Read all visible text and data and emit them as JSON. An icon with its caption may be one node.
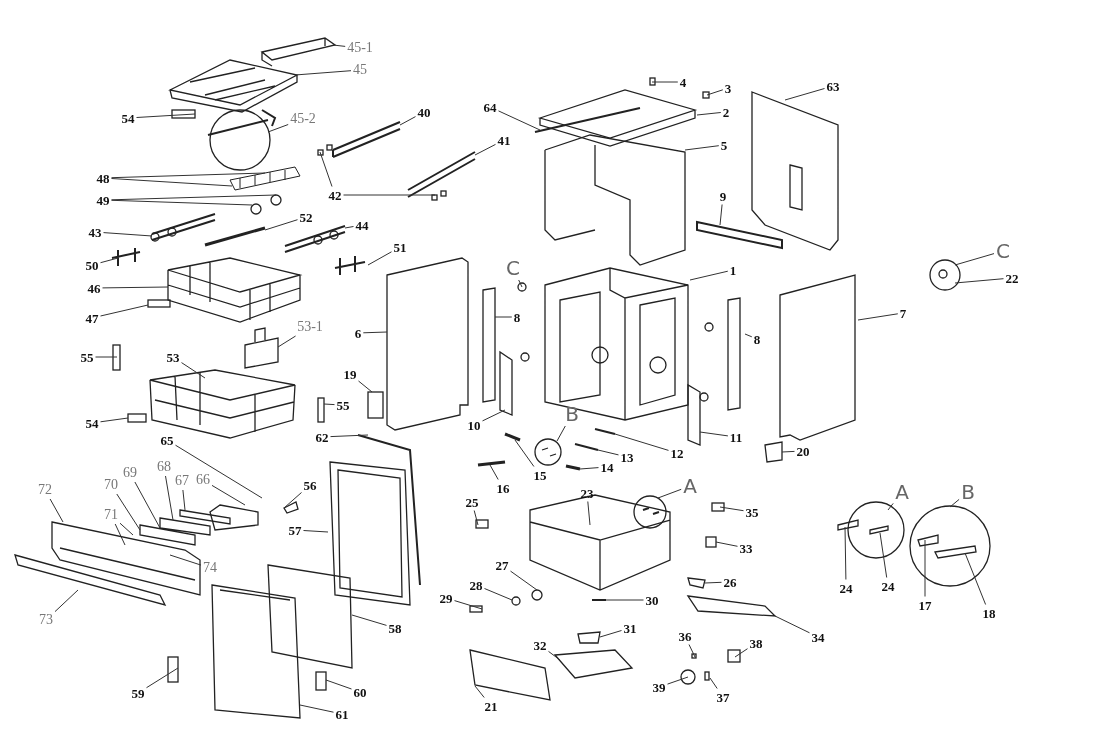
{
  "diagram": {
    "nodes": [
      {
        "text": [
          "45-1"
        ]
      },
      {
        "text": [
          "45"
        ]
      },
      {
        "text": [
          "54"
        ]
      },
      {
        "text": [
          "45-2"
        ]
      },
      {
        "text": [
          "40"
        ]
      },
      {
        "text": [
          "64"
        ]
      },
      {
        "text": [
          "4"
        ]
      },
      {
        "text": [
          "3"
        ]
      },
      {
        "text": [
          "63"
        ]
      },
      {
        "text": [
          "2"
        ]
      },
      {
        "text": [
          "41"
        ]
      },
      {
        "text": [
          "5"
        ]
      },
      {
        "text": [
          "48"
        ]
      },
      {
        "text": [
          "42"
        ]
      },
      {
        "text": [
          "49"
        ]
      },
      {
        "text": [
          "9"
        ]
      },
      {
        "text": [
          "52"
        ]
      },
      {
        "text": [
          "44"
        ]
      },
      {
        "text": [
          "43"
        ]
      },
      {
        "text": [
          "51"
        ]
      },
      {
        "text": [
          "C"
        ]
      },
      {
        "text": [
          "50"
        ]
      },
      {
        "text": [
          "C"
        ]
      },
      {
        "text": [
          "1"
        ]
      },
      {
        "text": [
          "22"
        ]
      },
      {
        "text": [
          "46"
        ]
      },
      {
        "text": [
          "7"
        ]
      },
      {
        "text": [
          "8"
        ]
      },
      {
        "text": [
          "47"
        ]
      },
      {
        "text": [
          "53-1"
        ]
      },
      {
        "text": [
          "6"
        ]
      },
      {
        "text": [
          "8"
        ]
      },
      {
        "text": [
          "55"
        ]
      },
      {
        "text": [
          "53"
        ]
      },
      {
        "text": [
          "19"
        ]
      },
      {
        "text": [
          "55"
        ]
      },
      {
        "text": [
          "B"
        ]
      },
      {
        "text": [
          "54"
        ]
      },
      {
        "text": [
          "10"
        ]
      },
      {
        "text": [
          "11"
        ]
      },
      {
        "text": [
          "62"
        ]
      },
      {
        "text": [
          "65"
        ]
      },
      {
        "text": [
          "12"
        ]
      },
      {
        "text": [
          "20"
        ]
      },
      {
        "text": [
          "13"
        ]
      },
      {
        "text": [
          "14"
        ]
      },
      {
        "text": [
          "68"
        ]
      },
      {
        "text": [
          "69"
        ]
      },
      {
        "text": [
          "15"
        ]
      },
      {
        "text": [
          "67"
        ]
      },
      {
        "text": [
          "66"
        ]
      },
      {
        "text": [
          "70"
        ]
      },
      {
        "text": [
          "56"
        ]
      },
      {
        "text": [
          "16"
        ]
      },
      {
        "text": [
          "72"
        ]
      },
      {
        "text": [
          "A"
        ]
      },
      {
        "text": [
          "A"
        ]
      },
      {
        "text": [
          "B"
        ]
      },
      {
        "text": [
          "23"
        ]
      },
      {
        "text": [
          "25"
        ]
      },
      {
        "text": [
          "35"
        ]
      },
      {
        "text": [
          "71"
        ]
      },
      {
        "text": [
          "57"
        ]
      },
      {
        "text": [
          "33"
        ]
      },
      {
        "text": [
          "74"
        ]
      },
      {
        "text": [
          "27"
        ]
      },
      {
        "text": [
          "26"
        ]
      },
      {
        "text": [
          "28"
        ]
      },
      {
        "text": [
          "24"
        ]
      },
      {
        "text": [
          "24"
        ]
      },
      {
        "text": [
          "29"
        ]
      },
      {
        "text": [
          "30"
        ]
      },
      {
        "text": [
          "17"
        ]
      },
      {
        "text": [
          "18"
        ]
      },
      {
        "text": [
          "73"
        ]
      },
      {
        "text": [
          "31"
        ]
      },
      {
        "text": [
          "58"
        ]
      },
      {
        "text": [
          "34"
        ]
      },
      {
        "text": [
          "36"
        ]
      },
      {
        "text": [
          "38"
        ]
      },
      {
        "text": [
          "32"
        ]
      },
      {
        "text": [
          "59"
        ]
      },
      {
        "text": [
          "60"
        ]
      },
      {
        "text": [
          "39"
        ]
      },
      {
        "text": [
          "21"
        ]
      },
      {
        "text": [
          "37"
        ]
      },
      {
        "text": [
          "61"
        ]
      },
      {
        "text": [],
        "shape": "circle"
      },
      {
        "text": [],
        "shape": "circle"
      },
      {
        "text": [],
        "shape": "box"
      },
      {
        "text": [],
        "shape": "picture"
      },
      {
        "text": [],
        "shape": "picture"
      },
      {
        "text": [],
        "shape": "picture"
      },
      {
        "text": [],
        "shape": "box"
      },
      {
        "text": [],
        "shape": "box"
      },
      {
        "text": [],
        "shape": "circle"
      }
    ],
    "edges": [
      {
        "from": 0,
        "to": null,
        "arrow": "none"
      },
      {
        "from": 1,
        "to": null,
        "arrow": "none"
      },
      {
        "from": 2,
        "to": null,
        "arrow": "none"
      },
      {
        "from": 3,
        "to": null,
        "arrow": "none"
      },
      {
        "from": 4,
        "to": null,
        "arrow": "none"
      },
      {
        "from": 5,
        "to": null,
        "arrow": "none"
      },
      {
        "from": 6,
        "to": null,
        "arrow": "none"
      },
      {
        "from": 7,
        "to": null,
        "arrow": "none"
      },
      {
        "from": 8,
        "to": null,
        "arrow": "none"
      },
      {
        "from": 9,
        "to": null,
        "arrow": "none"
      },
      {
        "from": 10,
        "to": null,
        "arrow": "none"
      },
      {
        "from": 11,
        "to": null,
        "arrow": "none"
      },
      {
        "from": 12,
        "to": null,
        "arrow": "none"
      },
      {
        "from": 12,
        "to": null,
        "arrow": "none"
      },
      {
        "from": 13,
        "to": null,
        "arrow": "none"
      },
      {
        "from": 13,
        "to": null,
        "arrow": "none"
      },
      {
        "from": 14,
        "to": 87,
        "arrow": "none"
      },
      {
        "from": 14,
        "to": 95,
        "arrow": "none"
      },
      {
        "from": 15,
        "to": null,
        "arrow": "none"
      },
      {
        "from": 16,
        "to": null,
        "arrow": "none"
      },
      {
        "from": 17,
        "to": null,
        "arrow": "none"
      },
      {
        "from": 18,
        "to": null,
        "arrow": "none"
      },
      {
        "from": 19,
        "to": null,
        "arrow": "none"
      },
      {
        "from": 20,
        "to": null,
        "arrow": "none"
      },
      {
        "from": 21,
        "to": null,
        "arrow": "none"
      },
      {
        "from": 22,
        "to": null,
        "arrow": "none"
      },
      {
        "from": 23,
        "to": null,
        "arrow": "none"
      },
      {
        "from": 24,
        "to": null,
        "arrow": "none"
      },
      {
        "from": 25,
        "to": null,
        "arrow": "none"
      },
      {
        "from": 26,
        "to": null,
        "arrow": "none"
      },
      {
        "from": 27,
        "to": null,
        "arrow": "none"
      },
      {
        "from": 28,
        "to": null,
        "arrow": "none"
      },
      {
        "from": 29,
        "to": null,
        "arrow": "none"
      },
      {
        "from": 30,
        "to": null,
        "arrow": "none"
      },
      {
        "from": 31,
        "to": null,
        "arrow": "none"
      },
      {
        "from": 32,
        "to": null,
        "arrow": "none"
      },
      {
        "from": 33,
        "to": null,
        "arrow": "none"
      },
      {
        "from": 34,
        "to": null,
        "arrow": "none"
      },
      {
        "from": 35,
        "to": null,
        "arrow": "none"
      },
      {
        "from": 36,
        "to": 88,
        "arrow": "none"
      },
      {
        "from": 37,
        "to": 89,
        "arrow": "none"
      },
      {
        "from": 38,
        "to": null,
        "arrow": "none"
      },
      {
        "from": 39,
        "to": null,
        "arrow": "none"
      },
      {
        "from": 40,
        "to": null,
        "arrow": "none"
      },
      {
        "from": 41,
        "to": null,
        "arrow": "none"
      },
      {
        "from": 42,
        "to": 90,
        "arrow": "none"
      },
      {
        "from": 43,
        "to": null,
        "arrow": "none"
      },
      {
        "from": 44,
        "to": 91,
        "arrow": "none"
      },
      {
        "from": 45,
        "to": 92,
        "arrow": "none"
      },
      {
        "from": 46,
        "to": null,
        "arrow": "none"
      },
      {
        "from": 47,
        "to": null,
        "arrow": "none"
      },
      {
        "from": 48,
        "to": null,
        "arrow": "none"
      },
      {
        "from": 49,
        "to": null,
        "arrow": "none"
      },
      {
        "from": 50,
        "to": null,
        "arrow": "none"
      },
      {
        "from": 51,
        "to": null,
        "arrow": "none"
      },
      {
        "from": 52,
        "to": null,
        "arrow": "none"
      },
      {
        "from": 53,
        "to": null,
        "arrow": "none"
      },
      {
        "from": 54,
        "to": null,
        "arrow": "none"
      },
      {
        "from": 55,
        "to": null,
        "arrow": "none"
      },
      {
        "from": 56,
        "to": null,
        "arrow": "none"
      },
      {
        "from": 57,
        "to": null,
        "arrow": "none"
      },
      {
        "from": 58,
        "to": null,
        "arrow": "none"
      },
      {
        "from": 59,
        "to": null,
        "arrow": "none"
      },
      {
        "from": 60,
        "to": null,
        "arrow": "none"
      },
      {
        "from": 61,
        "to": null,
        "arrow": "none"
      },
      {
        "from": 61,
        "to": null,
        "arrow": "none"
      },
      {
        "from": 62,
        "to": null,
        "arrow": "none"
      },
      {
        "from": 63,
        "to": null,
        "arrow": "none"
      },
      {
        "from": 64,
        "to": null,
        "arrow": "none"
      },
      {
        "from": 65,
        "to": null,
        "arrow": "none"
      },
      {
        "from": 66,
        "to": null,
        "arrow": "none"
      },
      {
        "from": 67,
        "to": null,
        "arrow": "none"
      },
      {
        "from": 68,
        "to": null,
        "arrow": "none"
      },
      {
        "from": 69,
        "to": null,
        "arrow": "none"
      },
      {
        "from": 70,
        "to": 93,
        "arrow": "none"
      },
      {
        "from": 71,
        "to": null,
        "arrow": "none"
      },
      {
        "from": 72,
        "to": null,
        "arrow": "none"
      },
      {
        "from": 73,
        "to": null,
        "arrow": "none"
      },
      {
        "from": 74,
        "to": null,
        "arrow": "none"
      },
      {
        "from": 75,
        "to": null,
        "arrow": "none"
      },
      {
        "from": 76,
        "to": null,
        "arrow": "none"
      },
      {
        "from": 77,
        "to": null,
        "arrow": "none"
      },
      {
        "from": 78,
        "to": null,
        "arrow": "none"
      },
      {
        "from": 79,
        "to": null,
        "arrow": "none"
      },
      {
        "from": 80,
        "to": null,
        "arrow": "none"
      },
      {
        "from": 81,
        "to": null,
        "arrow": "none"
      },
      {
        "from": 82,
        "to": 94,
        "arrow": "none"
      },
      {
        "from": 83,
        "to": null,
        "arrow": "none"
      },
      {
        "from": 84,
        "to": null,
        "arrow": "none"
      },
      {
        "from": 85,
        "to": null,
        "arrow": "none"
      },
      {
        "from": 86,
        "to": null,
        "arrow": "none"
      }
    ]
  }
}
